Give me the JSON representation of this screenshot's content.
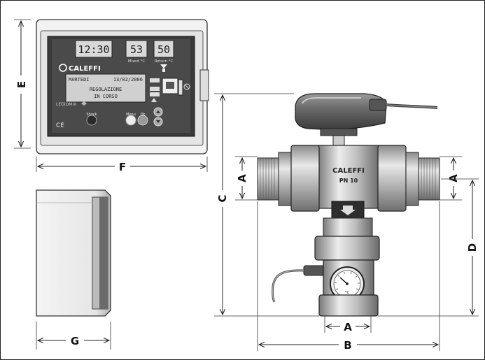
{
  "dimensions": {
    "a_left": "A",
    "a_right": "A",
    "a_bottom": "A",
    "b": "B",
    "c": "C",
    "d": "D",
    "e": "E",
    "f": "F",
    "g": "G"
  },
  "controller": {
    "clock": "12:30",
    "mixed_value": "53",
    "mixed_label": "Mixed °C",
    "return_value": "50",
    "return_label": "Return °C",
    "brand": "CALEFFI",
    "day": "MARTEDI",
    "date": "13/02/2006",
    "status_line1": "REGOLAZIONE",
    "status_line2": "IN CORSO",
    "legiomix": "LEGIOMIX",
    "ce_mark": "CE",
    "shock_label": "Shock",
    "menu_label": "Menu",
    "ok_label": "Ok"
  },
  "valve": {
    "brand": "CALEFFI",
    "model": "PN 10",
    "gauge_unit": "°C"
  }
}
